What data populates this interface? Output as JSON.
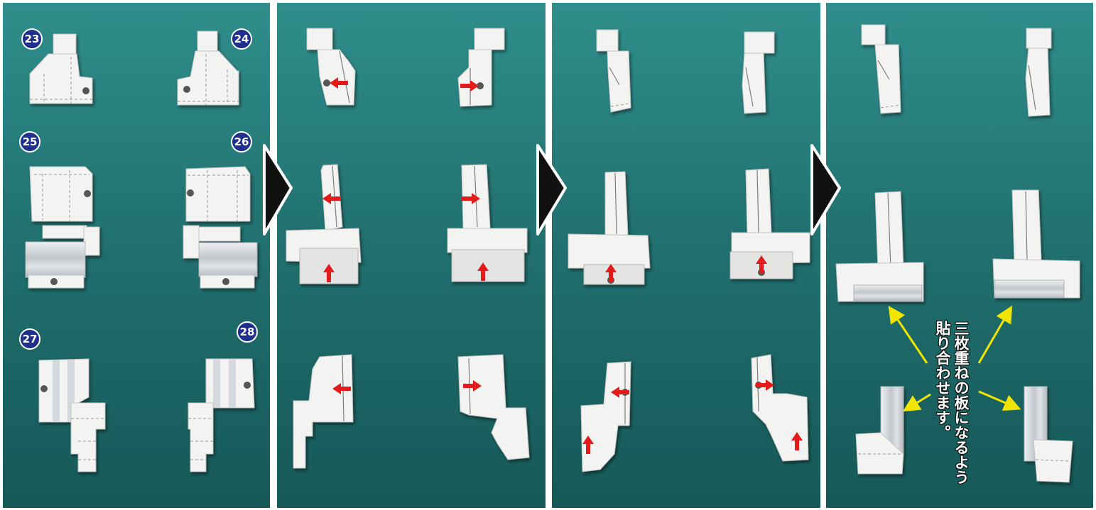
{
  "step_numbers": [
    "23",
    "24",
    "25",
    "26",
    "27",
    "28"
  ],
  "instruction": {
    "line1": "三枚重ねの板になるよう",
    "line2": "貼り合わせます。"
  },
  "icons": {
    "step_arrow": "play-triangle-icon",
    "direction_arrow": "red-arrow-icon",
    "pointer_arrow": "yellow-arrow-icon"
  },
  "colors": {
    "background": "#ffffff",
    "panel_top": "#2f8e8b",
    "panel_bottom": "#165858",
    "paper": "#f3f3f1",
    "number_badge": "#1e2f8c",
    "direction_arrow": "#e31b1b",
    "pointer_arrow": "#f2e600",
    "step_arrow": "#111111"
  }
}
